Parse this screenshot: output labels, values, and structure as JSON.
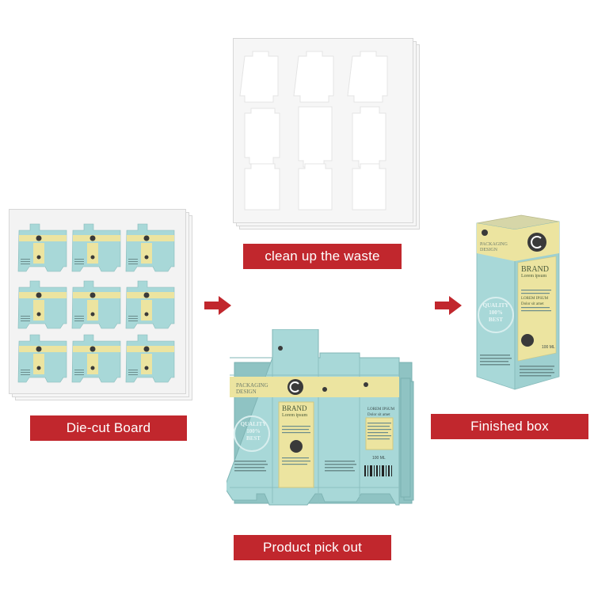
{
  "steps": {
    "die_cut": "Die-cut Board",
    "clean_up": "clean up the waste",
    "pick_out": "Product pick out",
    "finished": "Finished box"
  },
  "box_print": {
    "title_line1": "PACKAGING",
    "title_line2": "DESIGN",
    "brand": "BRAND",
    "brand_sub": "Lorem ipsum",
    "seal_line1": "QUALITY",
    "seal_line2": "100%",
    "seal_line3": "BEST",
    "lorem_title": "LOREM IPSUM",
    "lorem_sub": "Dolor sit amet",
    "volume": "100 ML"
  },
  "colors": {
    "label_red": "#c1272d",
    "box_teal": "#a8d8d8",
    "box_cream": "#ece4a0",
    "box_dark": "#3a3a3a"
  }
}
